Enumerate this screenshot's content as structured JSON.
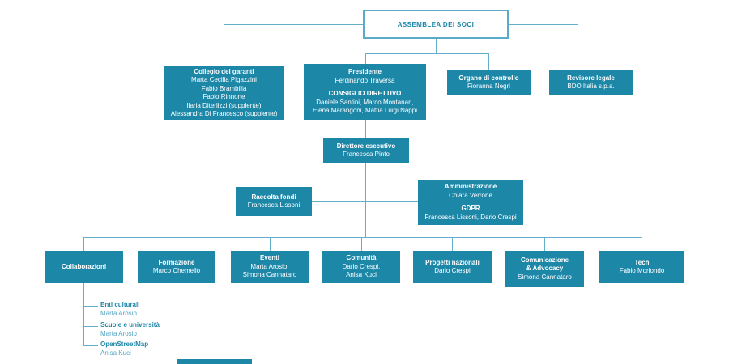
{
  "palette": {
    "box_fill": "#1d87a8",
    "connector_line": "#64aec9",
    "root_border": "#5aabc7",
    "teal_text": "#1d87a8",
    "light_teal_text": "#51a5c2",
    "box_text": "#ffffff"
  },
  "nodes": {
    "assemblea": {
      "title": "ASSEMBLEA DEI SOCI"
    },
    "collegio": {
      "title": "Collegio dei garanti",
      "members": [
        "Marta Cecilia Pigazzini",
        "Fabio Brambilla",
        "Fabio Rinnone",
        "Ilaria Diterlizzi (supplente)",
        "Alessandra Di Francesco (supplente)"
      ]
    },
    "presidente": {
      "title": "Presidente",
      "name": "Ferdinando Traversa",
      "subtitle": "CONSIGLIO DIRETTIVO",
      "members": [
        "Daniele Santini, Marco Montanari,",
        "Elena Marangoni, Mattia Luigi Nappi"
      ]
    },
    "organo": {
      "title": "Organo di controllo",
      "name": "Fioranna Negri"
    },
    "revisore": {
      "title": "Revisore legale",
      "name": "BDO Italia s.p.a."
    },
    "direttore": {
      "title": "Direttore esecutivo",
      "name": "Francesca Pinto"
    },
    "raccolta": {
      "title": "Raccolta fondi",
      "name": "Francesca Lissoni"
    },
    "amministrazione": {
      "title": "Amministrazione",
      "name": "Chiara Verrone",
      "subtitle": "GDPR",
      "members": [
        "Francesca Lissoni, Dario Crespi"
      ]
    },
    "collaborazioni": {
      "title": "Collaborazioni"
    },
    "formazione": {
      "title": "Formazione",
      "name": "Marco Chemello"
    },
    "eventi": {
      "title": "Eventi",
      "names": [
        "Marta Arosio,",
        "Simona Cannataro"
      ]
    },
    "comunita": {
      "title": "Comunità",
      "names": [
        "Dario Crespi,",
        "Anisa Kuci"
      ]
    },
    "progetti": {
      "title": "Progetti nazionali",
      "name": "Dario Crespi"
    },
    "comunicazione": {
      "title_line1": "Comunicazione",
      "title_line2": "& Advocacy",
      "name": "Simona Cannataro"
    },
    "tech": {
      "title": "Tech",
      "name": "Fabio Moriondo"
    },
    "sub_collaborazioni": [
      {
        "title": "Enti culturali",
        "name": "Marta Arosio"
      },
      {
        "title": "Scuole e università",
        "name": "Marta Arosio"
      },
      {
        "title": "OpenStreetMap",
        "name": "Anisa Kuci"
      }
    ]
  }
}
